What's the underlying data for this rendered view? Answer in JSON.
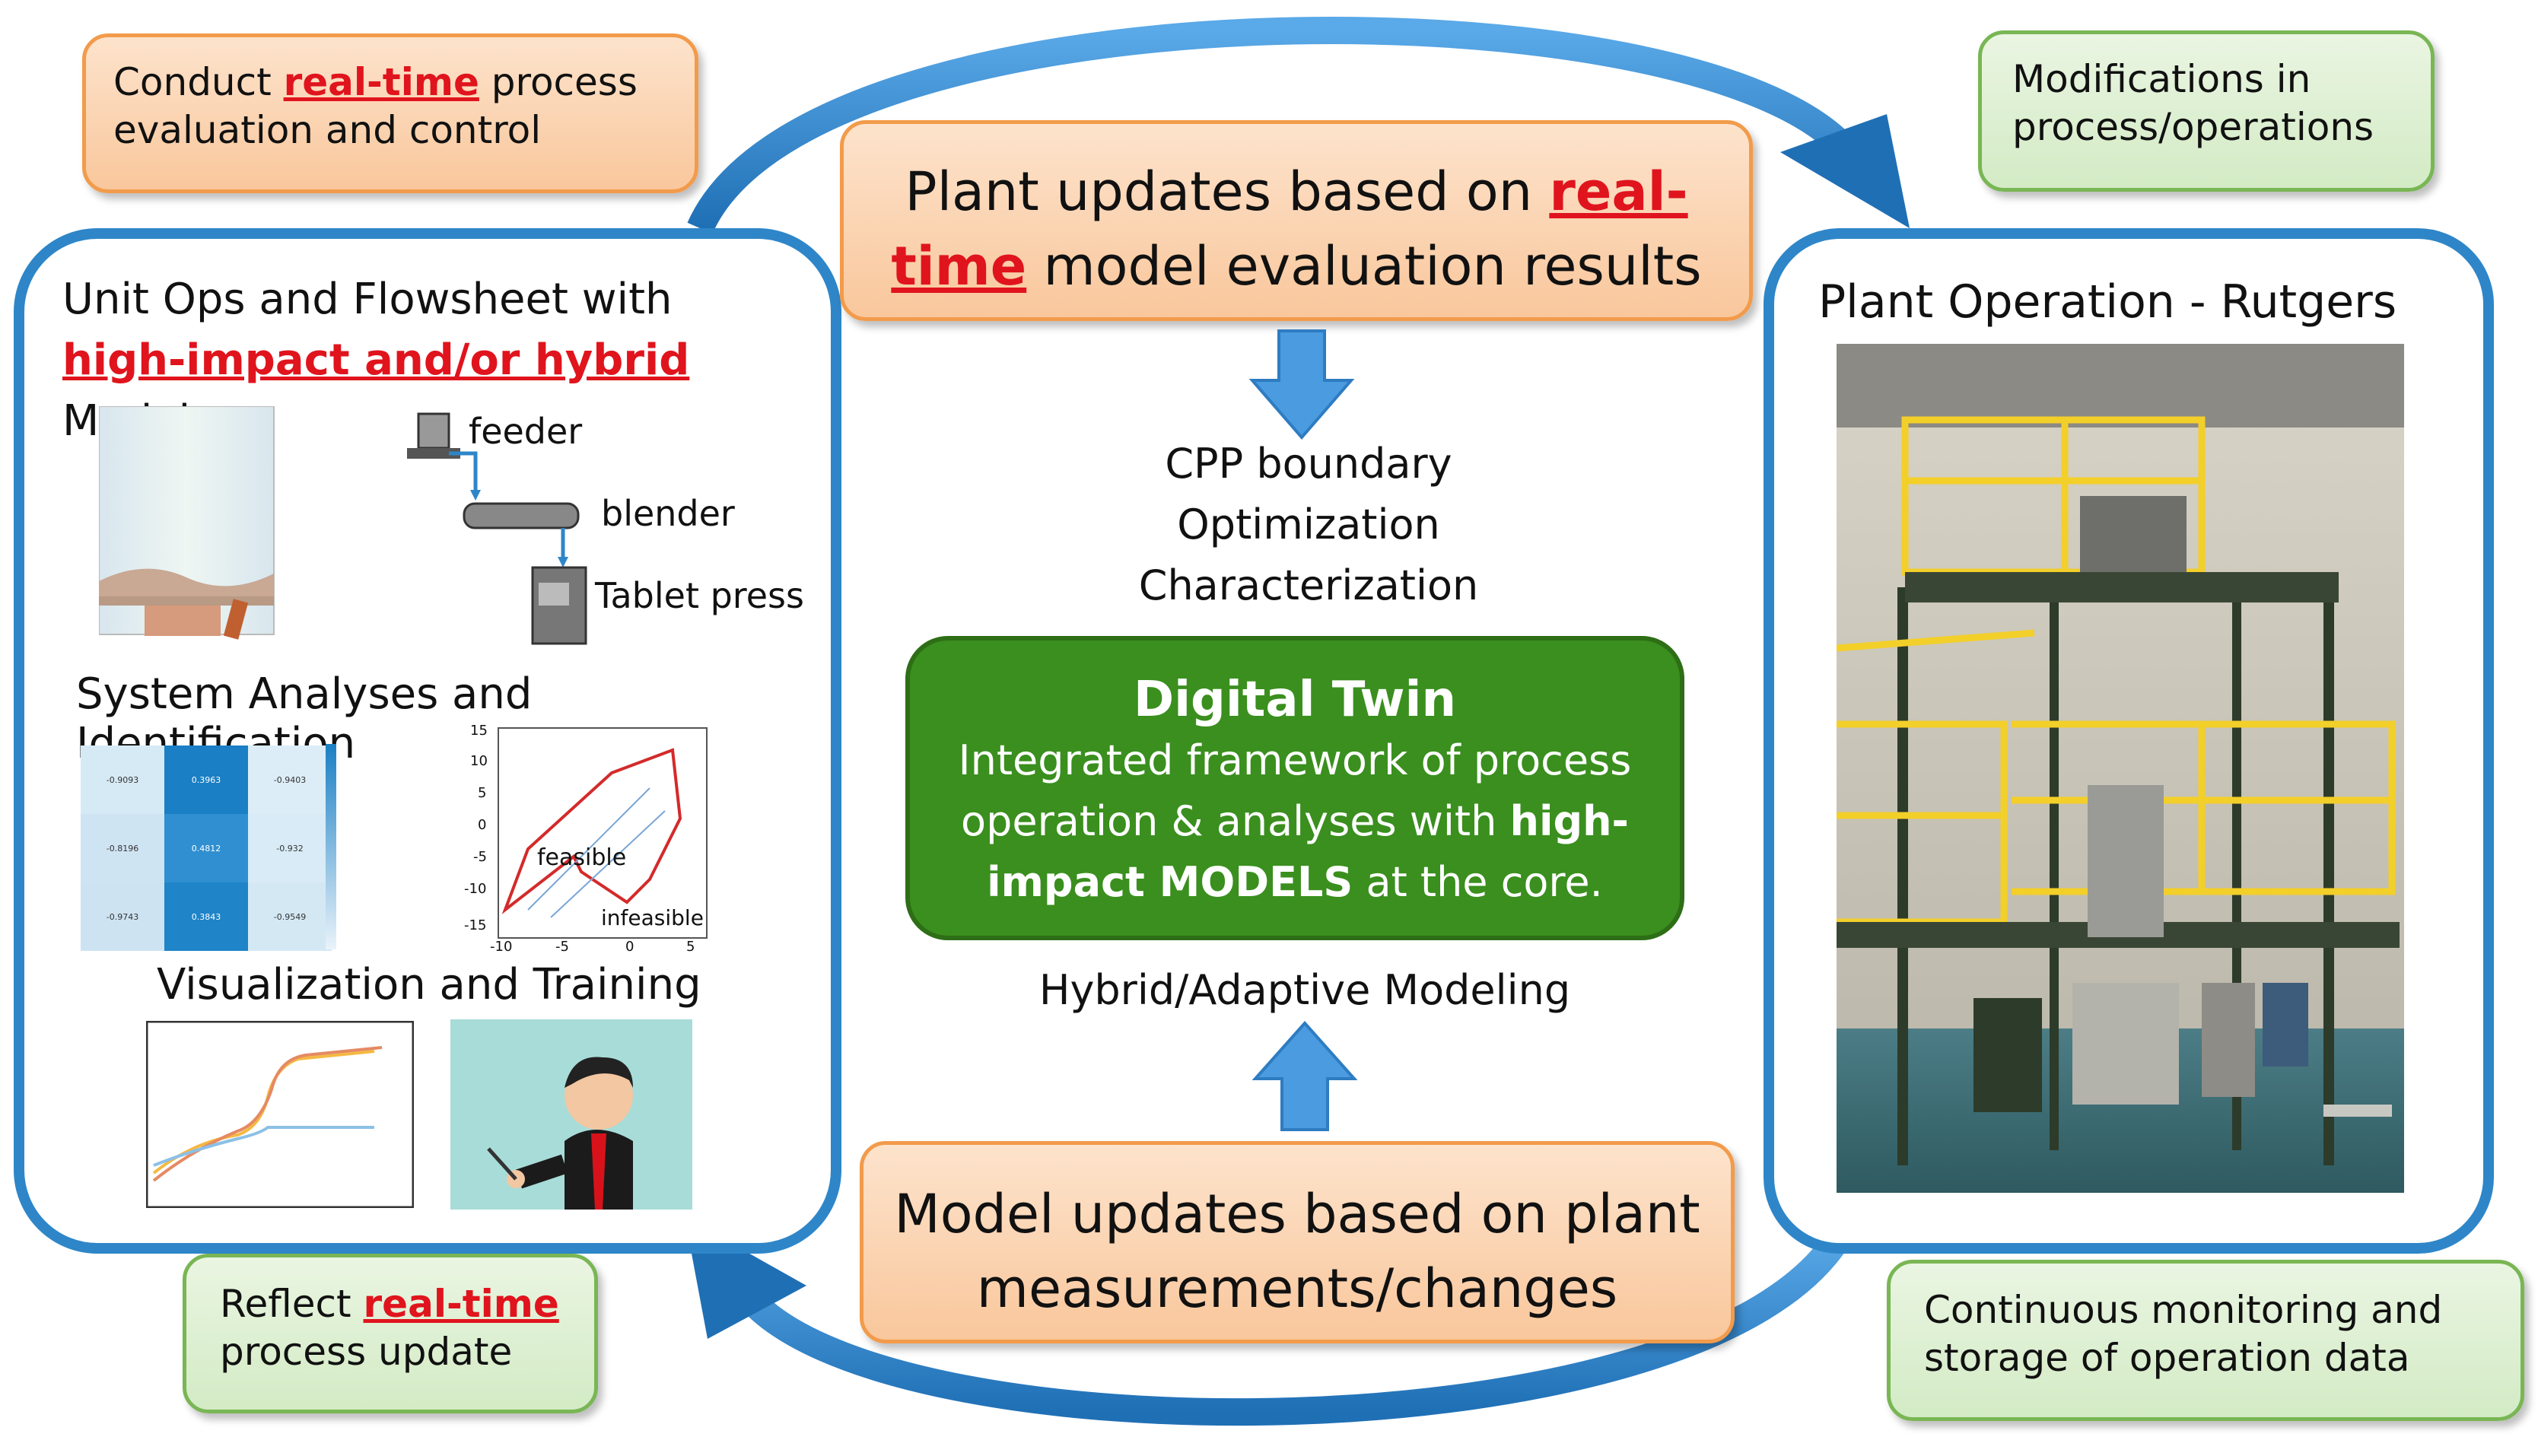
{
  "corners": {
    "top_left": {
      "pre": "Conduct ",
      "hl": "real-time",
      "post": " process evaluation and control"
    },
    "top_right": {
      "text": "Modifications in process/operations"
    },
    "bottom_left": {
      "pre": "Reflect ",
      "hl": "real-time",
      "post": " process update"
    },
    "bottom_right": {
      "text": "Continuous monitoring and storage of operation data"
    }
  },
  "center": {
    "top_box": {
      "pre": "Plant updates based on ",
      "hl": "real-time",
      "post": " model evaluation results"
    },
    "bottom_box": {
      "text": "Model updates based on plant measurements/changes"
    },
    "cpp": [
      "CPP boundary",
      "Optimization",
      "Characterization"
    ],
    "twin_title": "Digital Twin",
    "twin_body_pre": "Integrated framework of process operation & analyses with ",
    "twin_body_bold": "high-impact MODELS",
    "twin_body_post": " at the core.",
    "hybrid": "Hybrid/Adaptive Modeling"
  },
  "left_panel": {
    "title_pre": "Unit Ops and Flowsheet with ",
    "title_hl": "high-impact and/or hybrid",
    "title_post": " Models",
    "labels": {
      "feeder": "feeder",
      "blender": "blender",
      "tablet": "Tablet press"
    },
    "section2": "System Analyses and Identification",
    "heatmap_values": [
      "-0.9093",
      "0.3963",
      "-0.9403",
      "-0.8196",
      "0.4812",
      "-0.932",
      "-0.9743",
      "0.3843",
      "-0.9549"
    ],
    "plot_yticks": [
      "15",
      "10",
      "5",
      "0",
      "-5",
      "-10",
      "-15"
    ],
    "plot_xticks": [
      "-10",
      "-5",
      "0",
      "5"
    ],
    "feasible": "feasible",
    "infeasible": "infeasible",
    "section3": "Visualization and Training"
  },
  "right_panel": {
    "title": "Plant Operation - Rutgers"
  },
  "colors": {
    "panel_border": "#2e86c8",
    "arrow": "#3f8fd6",
    "highlight": "#e0141d",
    "twin": "#3a8f1e"
  }
}
